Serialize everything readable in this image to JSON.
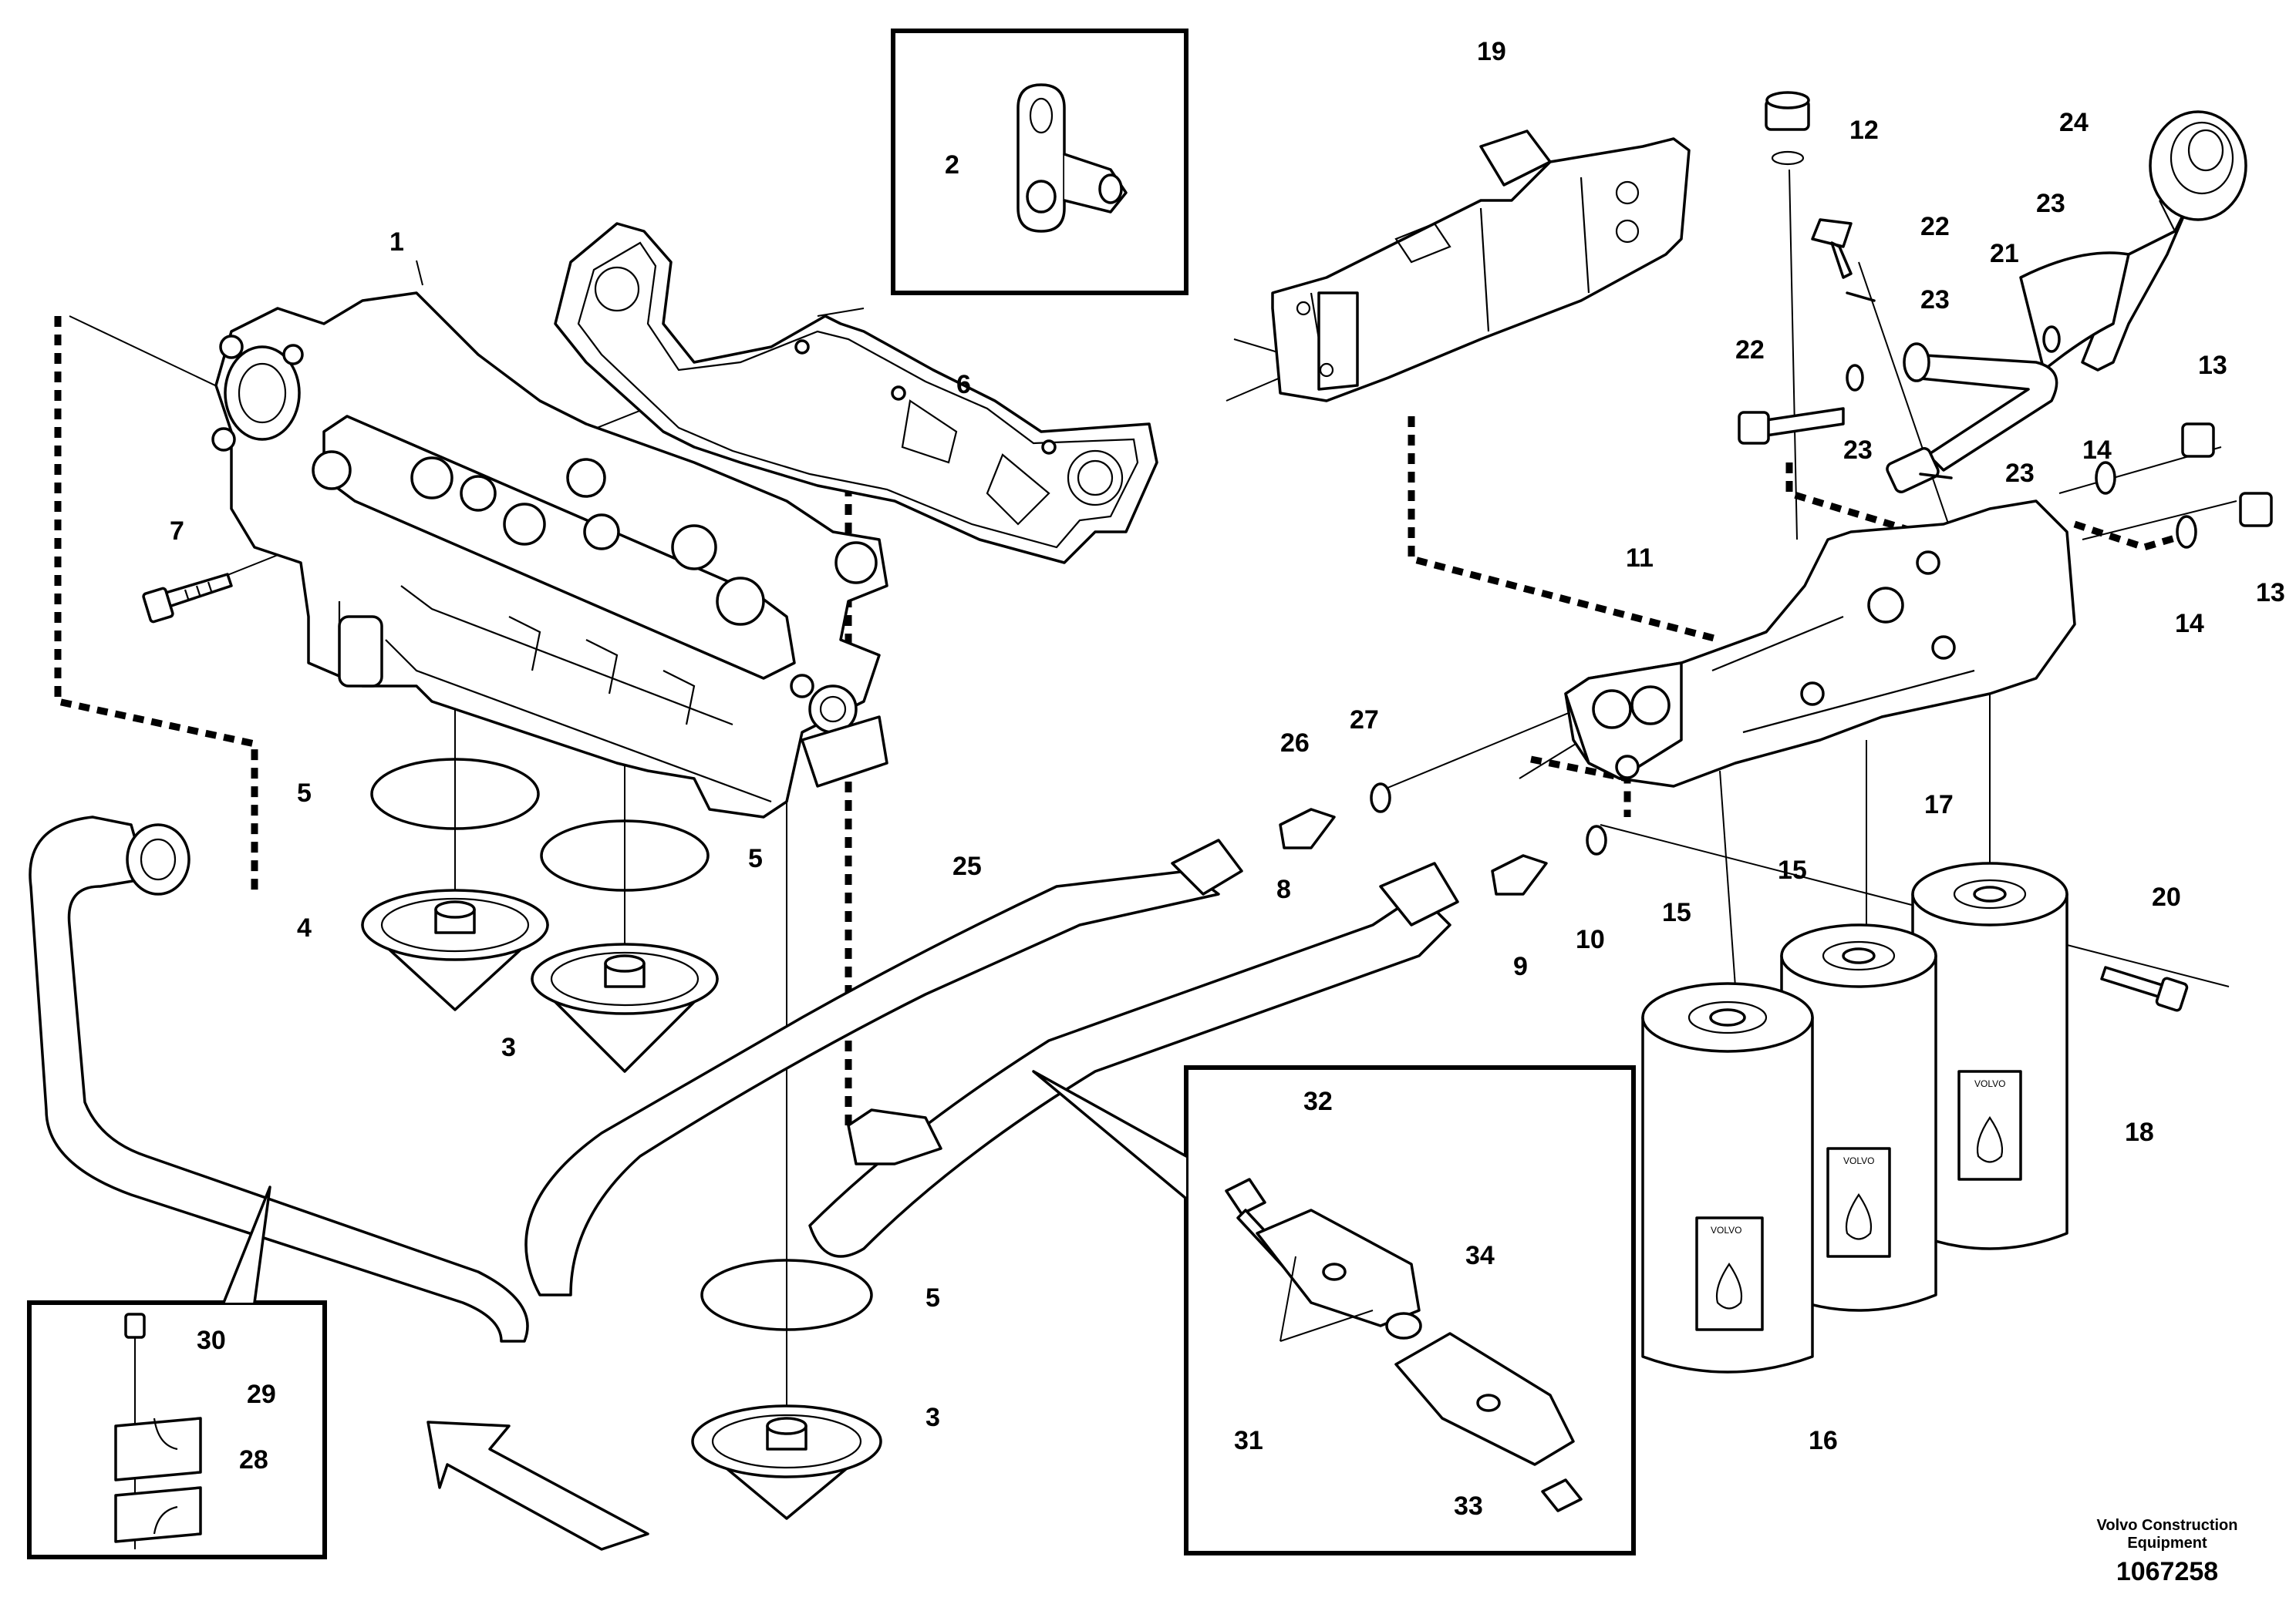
{
  "callouts": {
    "c1": "1",
    "c2": "2",
    "c3a": "3",
    "c3b": "3",
    "c4": "4",
    "c5a": "5",
    "c5b": "5",
    "c5c": "5",
    "c6": "6",
    "c7": "7",
    "c8": "8",
    "c9": "9",
    "c10": "10",
    "c11": "11",
    "c12": "12",
    "c13a": "13",
    "c13b": "13",
    "c14a": "14",
    "c14b": "14",
    "c15a": "15",
    "c15b": "15",
    "c16": "16",
    "c17": "17",
    "c18": "18",
    "c19": "19",
    "c20": "20",
    "c21": "21",
    "c22a": "22",
    "c22b": "22",
    "c23a": "23",
    "c23b": "23",
    "c23c": "23",
    "c23d": "23",
    "c24": "24",
    "c25": "25",
    "c26": "26",
    "c27": "27",
    "c28": "28",
    "c29": "29",
    "c30": "30",
    "c31": "31",
    "c32": "32",
    "c33": "33",
    "c34": "34"
  },
  "filter_brand": "VOLVO",
  "footer": {
    "company_line1": "Volvo Construction",
    "company_line2": "Equipment",
    "drawing_number": "1067258"
  }
}
